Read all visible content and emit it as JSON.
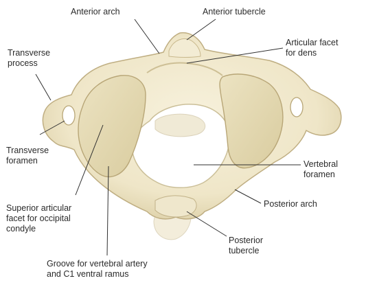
{
  "labels": {
    "anterior_arch": "Anterior arch",
    "anterior_tubercle": "Anterior tubercle",
    "articular_facet_for_dens": "Articular facet\nfor dens",
    "transverse_process": "Transverse\nprocess",
    "transverse_foramen": "Transverse\nforamen",
    "vertebral_foramen": "Vertebral\nforamen",
    "superior_articular_facet": "Superior articular\nfacet for occipital\ncondyle",
    "posterior_arch": "Posterior arch",
    "posterior_tubercle": "Posterior\ntubercle",
    "groove_vertebral_artery": "Groove for vertebral artery\nand C1 ventral ramus"
  },
  "colors": {
    "bone": "#f1e9cf",
    "bone_shadow": "#d8cba3",
    "facet": "#e6dcb6",
    "axis_ghost": "#ece5cf",
    "leader_line": "#2f2f2f",
    "text": "#2a2a2a"
  }
}
